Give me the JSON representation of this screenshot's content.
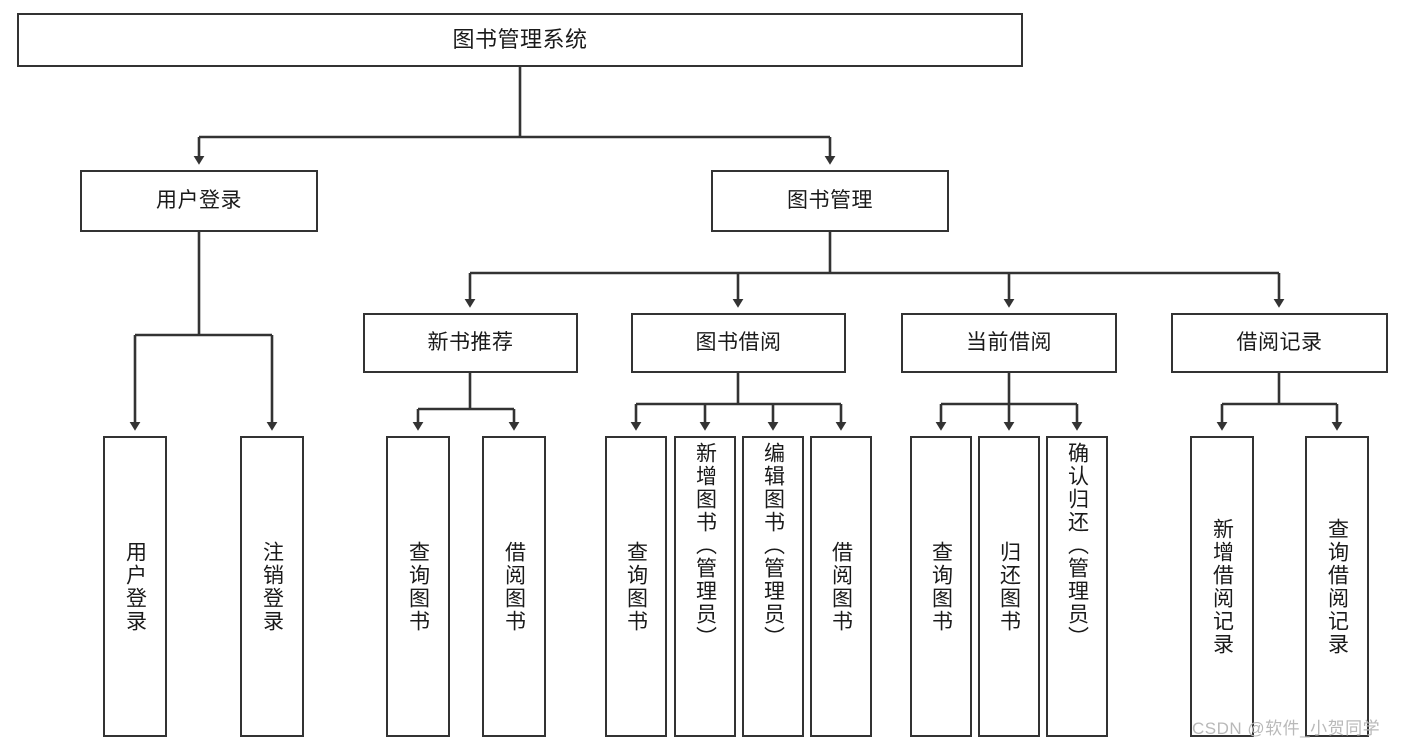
{
  "diagram": {
    "type": "tree-hierarchy",
    "title": "图书管理系统",
    "watermark": "CSDN @软件_小贺同学",
    "colors": {
      "box_border": "#333333",
      "box_fill": "#ffffff",
      "edge": "#333333",
      "text": "#1a1a1a",
      "watermark": "#b9b9b9"
    },
    "nodes": {
      "root": {
        "label": "图书管理系统"
      },
      "level2": [
        {
          "label": "用户登录"
        },
        {
          "label": "图书管理"
        }
      ],
      "level3": [
        {
          "label": "新书推荐"
        },
        {
          "label": "图书借阅"
        },
        {
          "label": "当前借阅"
        },
        {
          "label": "借阅记录"
        }
      ],
      "leaves_user_login": [
        {
          "label": "用户登录"
        },
        {
          "label": "注销登录"
        }
      ],
      "leaves_new_book": [
        {
          "label": "查询图书"
        },
        {
          "label": "借阅图书"
        }
      ],
      "leaves_borrow": [
        {
          "label": "查询图书"
        },
        {
          "label": "新增图书（管理员）"
        },
        {
          "label": "编辑图书（管理员）"
        },
        {
          "label": "借阅图书"
        }
      ],
      "leaves_current": [
        {
          "label": "查询图书"
        },
        {
          "label": "归还图书"
        },
        {
          "label": "确认归还（管理员）"
        }
      ],
      "leaves_record": [
        {
          "label": "新增借阅记录"
        },
        {
          "label": "查询借阅记录"
        }
      ]
    }
  }
}
